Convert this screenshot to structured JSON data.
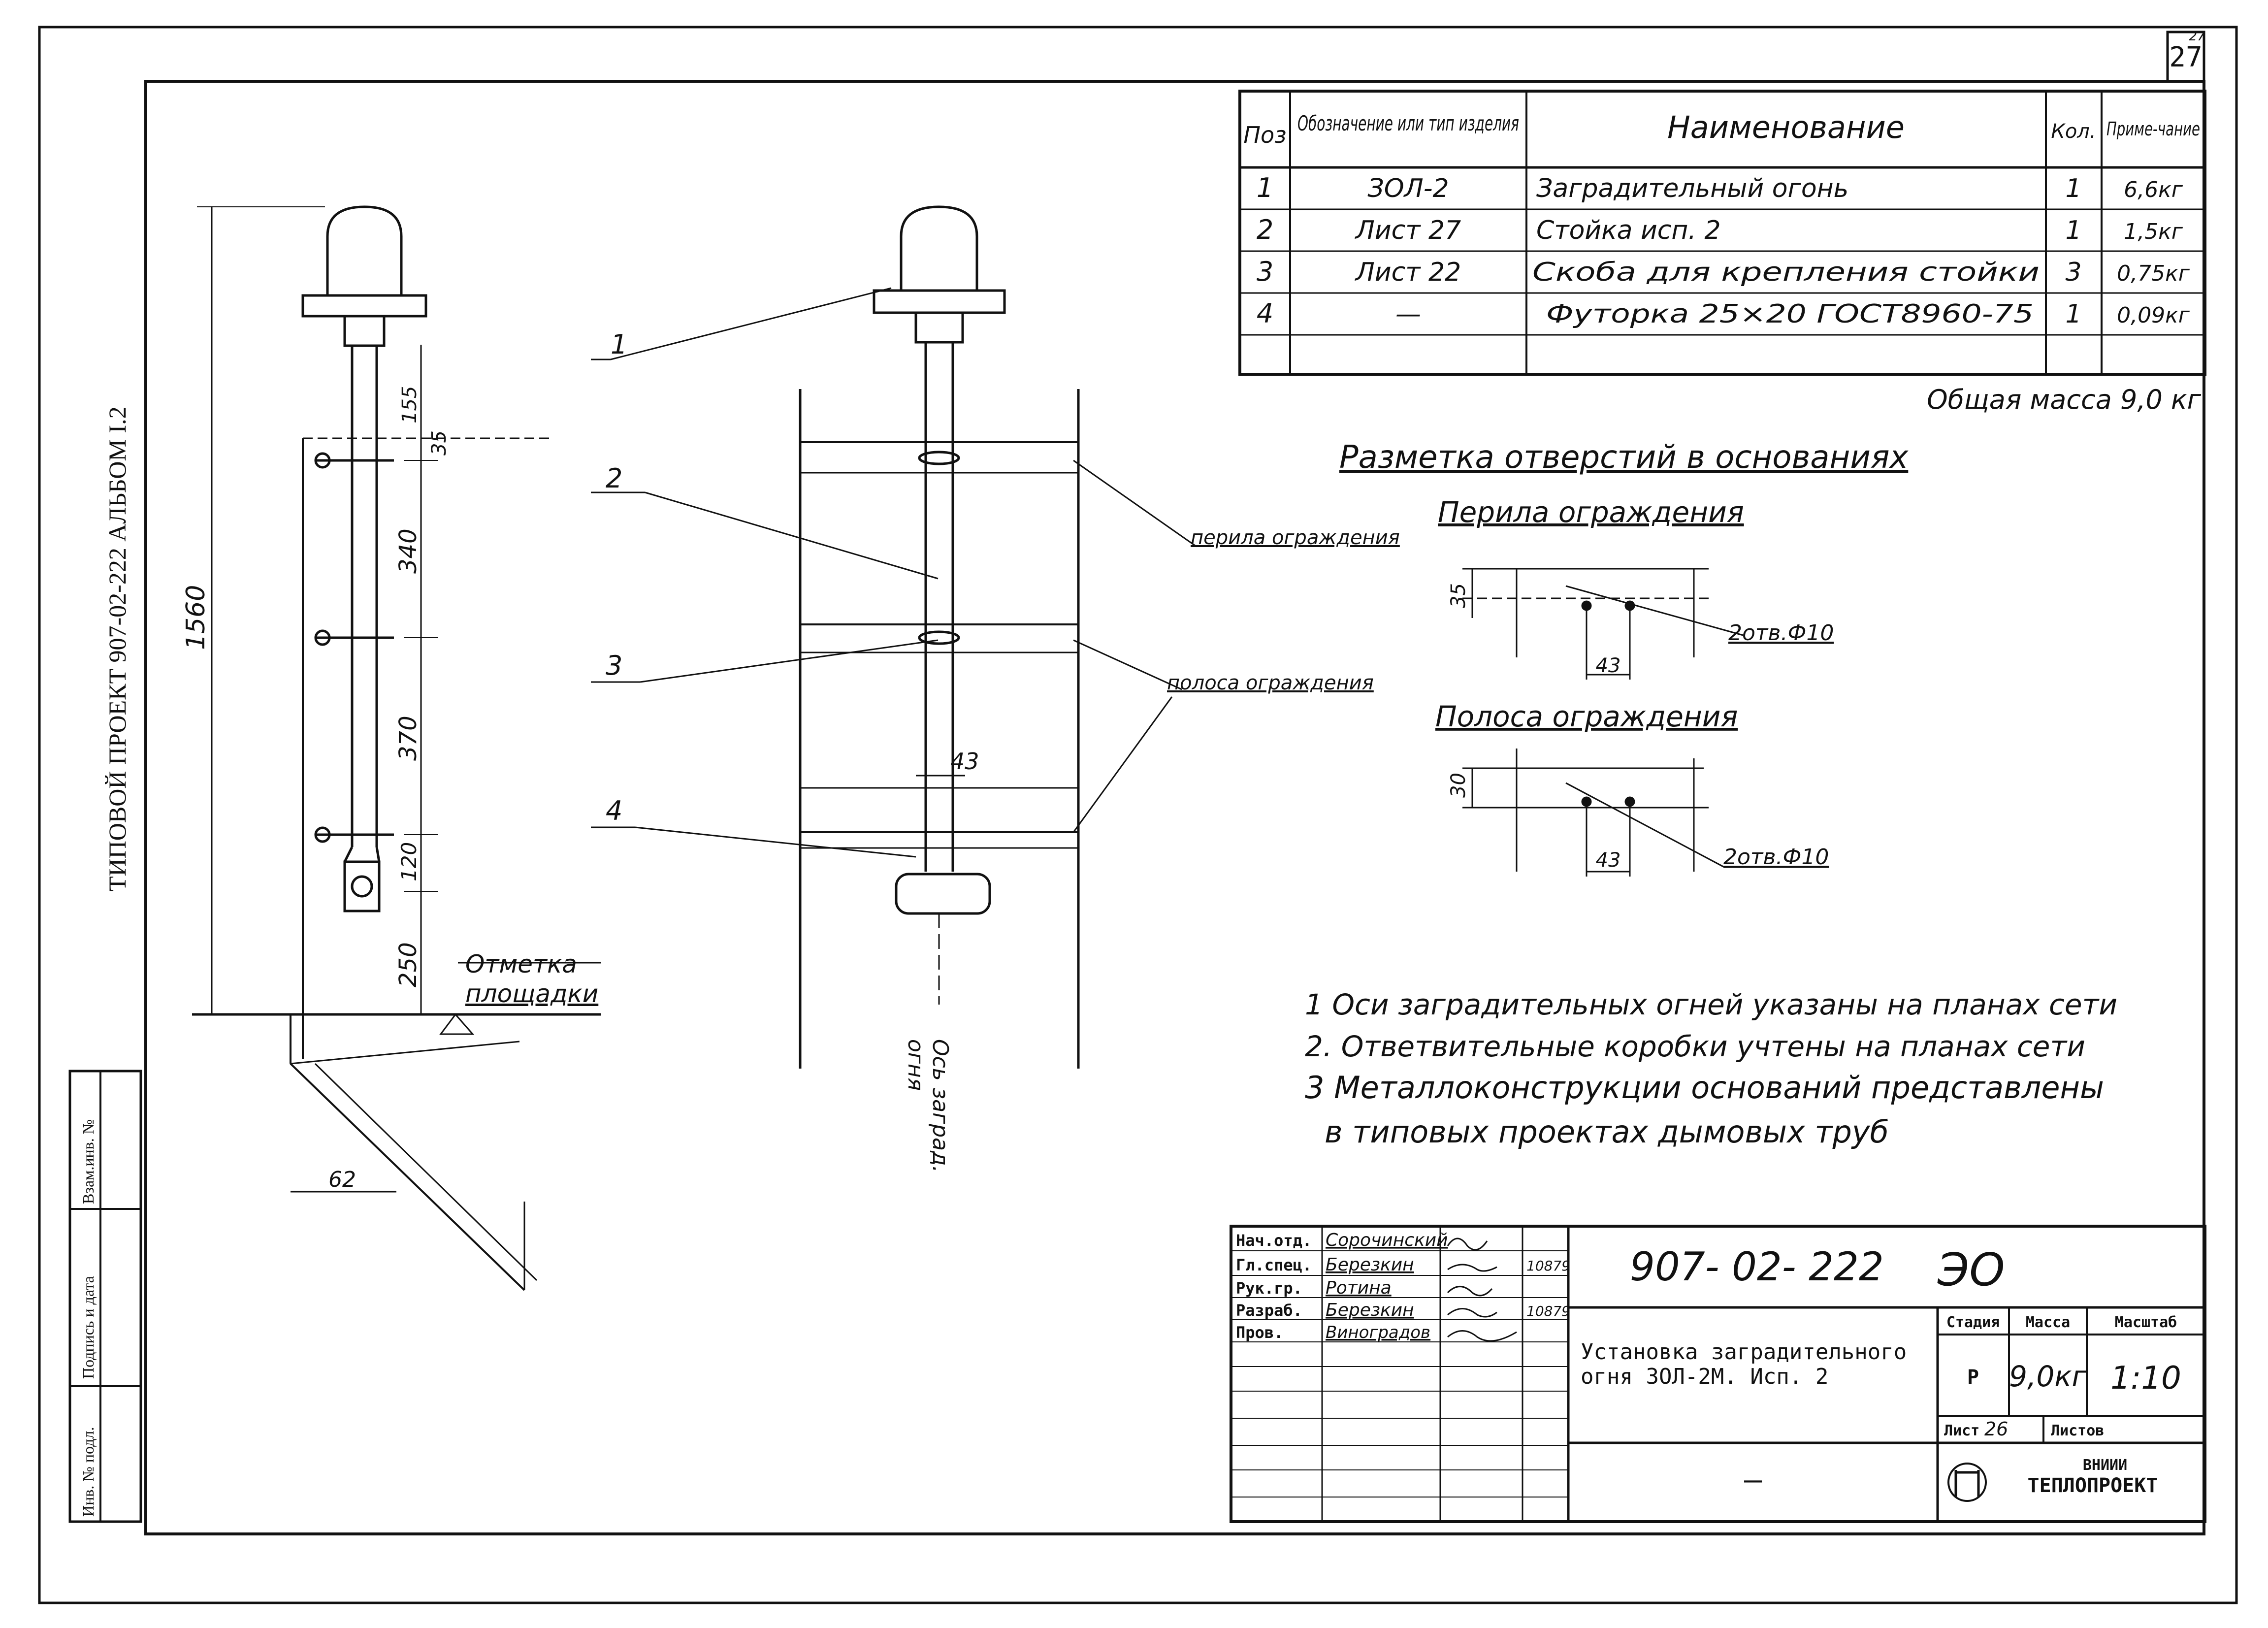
{
  "sheet": {
    "page_number": "27",
    "page_number_small": "27",
    "side_title": "ТИПОВОЙ ПРОЕКТ  907-02-222     АЛЬБОМ  I.2"
  },
  "spec_table": {
    "headers": [
      "Поз",
      "Обозначение или тип изделия",
      "Наименование",
      "Кол.",
      "Приме-чание"
    ],
    "rows": [
      [
        "1",
        "ЗОЛ-2",
        "Заградительный  огонь",
        "1",
        "6,6кг"
      ],
      [
        "2",
        "Лист 27",
        "Стойка  исп. 2",
        "1",
        "1,5кг"
      ],
      [
        "3",
        "Лист 22",
        "Скоба для крепления стойки",
        "3",
        "0,75кг"
      ],
      [
        "4",
        "—",
        "Футорка  25×20  ГОСТ8960-75",
        "1",
        "0,09кг"
      ]
    ],
    "total_mass": "Общая масса  9,0 кг"
  },
  "marking": {
    "title": "Разметка отверстий в основаниях",
    "railing": {
      "title": "Перила ограждения",
      "dim_vertical": "35",
      "dim_horizontal": "43",
      "holes": "2отв.Ф10"
    },
    "strip": {
      "title": "Полоса ограждения",
      "dim_vertical": "30",
      "dim_horizontal": "43",
      "holes": "2отв.Ф10"
    }
  },
  "side_view": {
    "dims": {
      "total": "1560",
      "d155": "155",
      "d35": "35",
      "d340": "340",
      "d370": "370",
      "d120": "120",
      "d250": "250",
      "d62": "62"
    },
    "level_label_1": "Отметка",
    "level_label_2": "площадки"
  },
  "front_view": {
    "callouts": [
      "1",
      "2",
      "3",
      "4"
    ],
    "label_railing": "перила ограждения",
    "label_strip": "полоса ограждения",
    "dim_43": "43",
    "axis_label_1": "Ось заград.",
    "axis_label_2": "огня"
  },
  "notes": [
    "1  Оси  заградительных огней  указаны на  планах  сети",
    "2. Ответвительные коробки учтены на планах сети",
    "3  Металлоконструкции оснований  представлены",
    "в типовых  проектах   дымовых труб"
  ],
  "left_stamp": [
    "Инв. № подл.",
    "Подпись и дата",
    "Взам.инв. №"
  ],
  "title_block": {
    "roles": [
      "Нач.отд.",
      "Гл.спец.",
      "Рук.гр.",
      "Разраб.",
      "Пров."
    ],
    "names": [
      "Сорочинский",
      "Березкин",
      "Ротина",
      "Березкин",
      "Виноградов"
    ],
    "dates": [
      "10879",
      "10879"
    ],
    "doc_code": "907- 02- 222",
    "doc_suffix": "ЭО",
    "title_line1": "Установка заградительного",
    "title_line2": "огня ЗОЛ-2М. Исп. 2",
    "stage_header": "Стадия",
    "mass_header": "Масса",
    "scale_header": "Масштаб",
    "stage": "Р",
    "mass": "9,0кг",
    "scale": "1:10",
    "sheet_label": "Лист",
    "sheet_no": "26",
    "sheets_label": "Листов",
    "dash": "—",
    "org_line1": "ВНИИИ",
    "org_line2": "ТЕПЛОПРОЕКТ"
  }
}
